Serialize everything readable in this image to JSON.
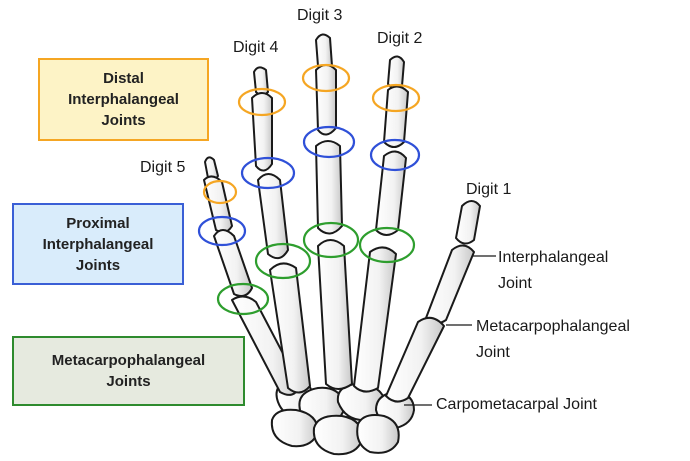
{
  "digits": {
    "d1": "Digit 1",
    "d2": "Digit 2",
    "d3": "Digit 3",
    "d4": "Digit 4",
    "d5": "Digit 5"
  },
  "legend": {
    "distal": {
      "line1": "Distal",
      "line2": "Interphalangeal",
      "line3": "Joints",
      "border": "#f5a623",
      "fill": "#fdf3c6"
    },
    "proximal": {
      "line1": "Proximal",
      "line2": "Interphalangeal",
      "line3": "Joints",
      "border": "#3a5fd6",
      "fill": "#d9ecfb"
    },
    "mcp": {
      "line1": "Metacarpophalangeal",
      "line2": "Joints",
      "border": "#2e8b2e",
      "fill": "#e6eadf"
    }
  },
  "thumb_labels": {
    "ip_line1": "Interphalangeal",
    "ip_line2": "Joint",
    "mcp_line1": "Metacarpophalangeal",
    "mcp_line2": "Joint",
    "cmc": "Carpometacarpal Joint"
  },
  "colors": {
    "distal_ring": "#f5a623",
    "proximal_ring": "#2f50d8",
    "mcp_ring": "#2e9e2e",
    "bone_fill": "#ffffff",
    "bone_stroke": "#1a1a1a"
  }
}
